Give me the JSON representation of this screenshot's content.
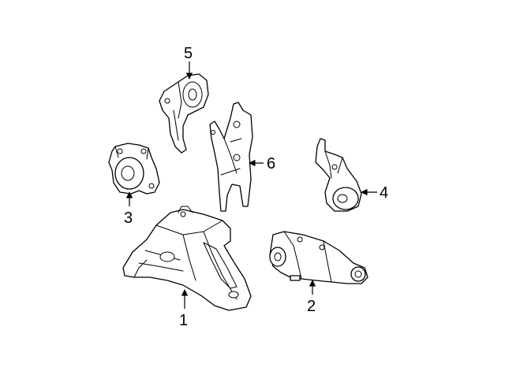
{
  "callouts": {
    "part1": "1",
    "part2": "2",
    "part3": "3",
    "part4": "4",
    "part5": "5",
    "part6": "6"
  },
  "colors": {
    "line": "#000000",
    "fill": "#ffffff",
    "background": "#ffffff"
  }
}
